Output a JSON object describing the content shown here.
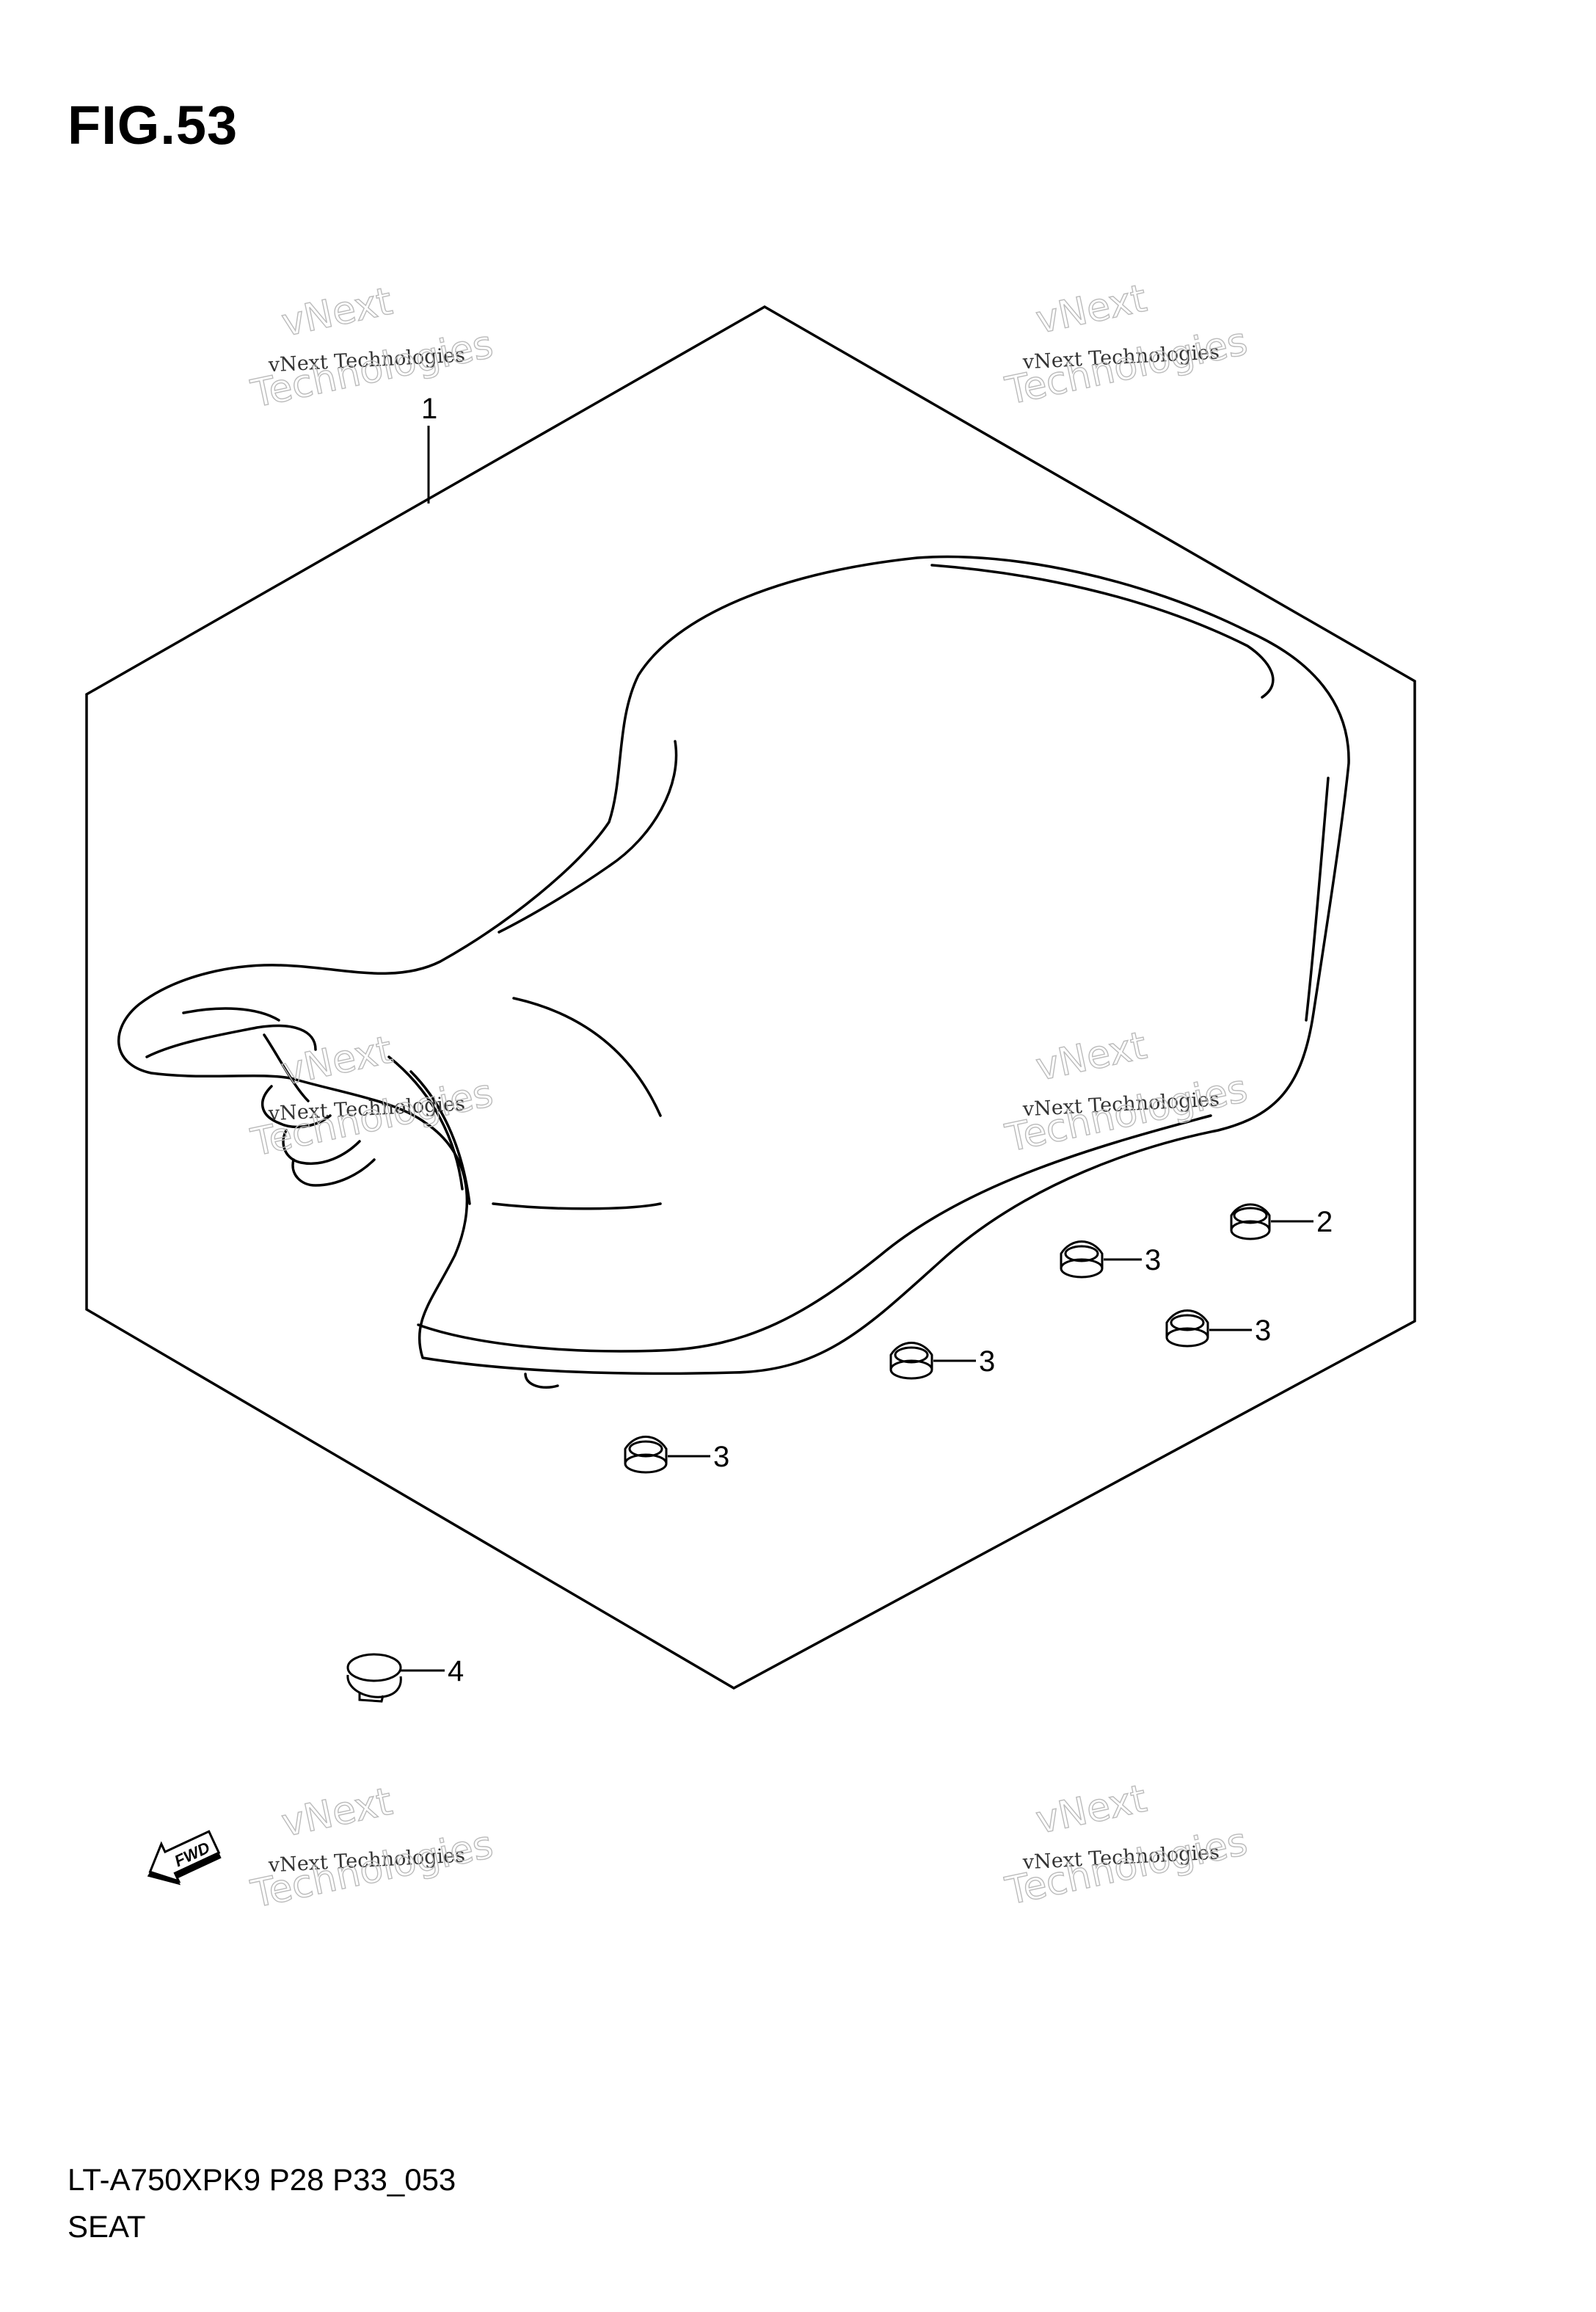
{
  "figure": {
    "title": "FIG.53",
    "code": "LT-A750XPK9 P28 P33_053",
    "name": "SEAT"
  },
  "callouts": [
    {
      "label": "1",
      "part": "seat-assembly"
    },
    {
      "label": "2",
      "part": "cushion"
    },
    {
      "label": "3",
      "part": "cushion"
    },
    {
      "label": "3",
      "part": "cushion"
    },
    {
      "label": "3",
      "part": "cushion"
    },
    {
      "label": "3",
      "part": "cushion"
    },
    {
      "label": "4",
      "part": "cushion"
    }
  ],
  "fwd_arrow": {
    "label": "FWD",
    "icon": "forward-arrow-icon"
  },
  "watermark": {
    "line1": "vNext Technologies",
    "line2a": "vNext",
    "line2b": "Technologies"
  },
  "colors": {
    "line": "#000000",
    "watermark": "#bbbbbb",
    "background": "#ffffff"
  }
}
